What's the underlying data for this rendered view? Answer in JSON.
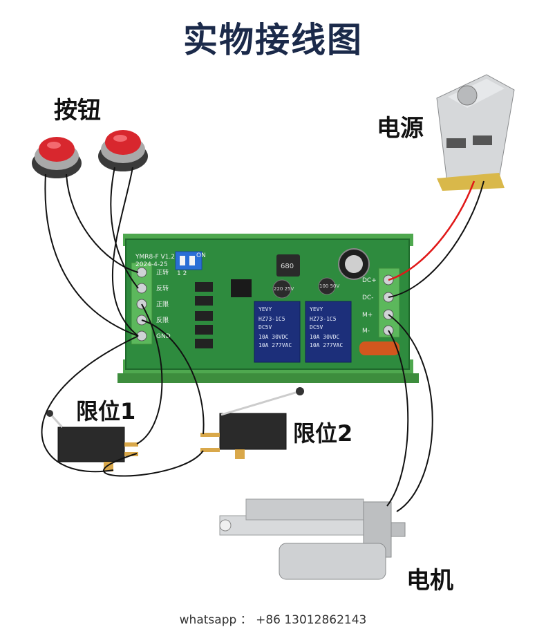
{
  "title": "实物接线图",
  "labels": {
    "buttons": "按钮",
    "power": "电源",
    "limit1": "限位1",
    "limit2": "限位2",
    "motor": "电机"
  },
  "board": {
    "model": "YMR8-F V1.2",
    "date": "2024-4-25",
    "dip_on": "ON",
    "dip_nums": "1 2",
    "left_terminals": [
      "正转",
      "反转",
      "正限",
      "反限",
      "GND"
    ],
    "right_terminals": [
      "DC+",
      "DC-",
      "M+",
      "M-"
    ],
    "relay_brand": "YEVY",
    "relay_model": "HZ73-1C5",
    "relay_coil": "DC5V",
    "relay_rating1": "10A 30VDC",
    "relay_rating2": "10A 277VAC",
    "inductor": "680",
    "cap1": "220 25V",
    "cap2": "100 50V"
  },
  "footer": "whatsapp ： +86 13012862143",
  "colors": {
    "pcb": "#2e8b3e",
    "rail": "#5cb85c",
    "relay": "#1c2f7a",
    "button": "#d8272e",
    "wire": "#111111",
    "wire_red": "#e01818"
  }
}
